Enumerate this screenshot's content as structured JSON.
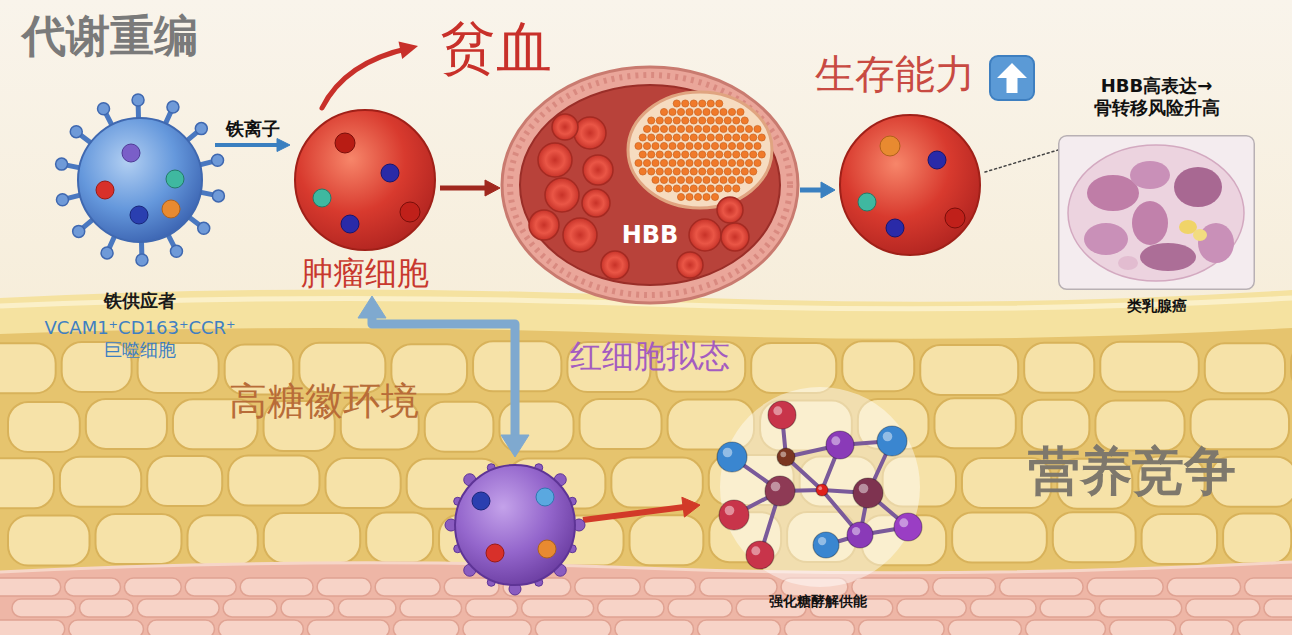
{
  "diagram": {
    "title": "代谢重编",
    "nodes": [
      {
        "text": [
          "铁供应者",
          "VCAM1⁺CD163⁺CCR⁺ 巨噬细胞"
        ]
      },
      {
        "text": [
          "肿瘤细胞"
        ]
      },
      {
        "text": [
          "HBB",
          "红细胞拟态"
        ]
      },
      {
        "text": [
          "生存能力"
        ]
      },
      {
        "text": [
          "HBB高表达→ 骨转移风险升高",
          "类乳腺癌"
        ]
      },
      {
        "text": [
          "高糖徽环境"
        ]
      },
      {
        "text": [
          "强化糖酵解供能"
        ]
      }
    ],
    "edges": [
      {
        "from": 0,
        "to": 1,
        "arrow": "to",
        "label": "铁离子"
      },
      {
        "from": 1,
        "to": 2,
        "arrow": "to"
      },
      {
        "from": 2,
        "to": 3,
        "arrow": "to"
      },
      {
        "from": 3,
        "to": 4,
        "arrow": "none"
      },
      {
        "from": 1,
        "to": 5,
        "arrow": "both"
      },
      {
        "from": 5,
        "to": 6,
        "arrow": "to"
      }
    ],
    "labels": [
      "贫血",
      "营养竞争"
    ]
  }
}
